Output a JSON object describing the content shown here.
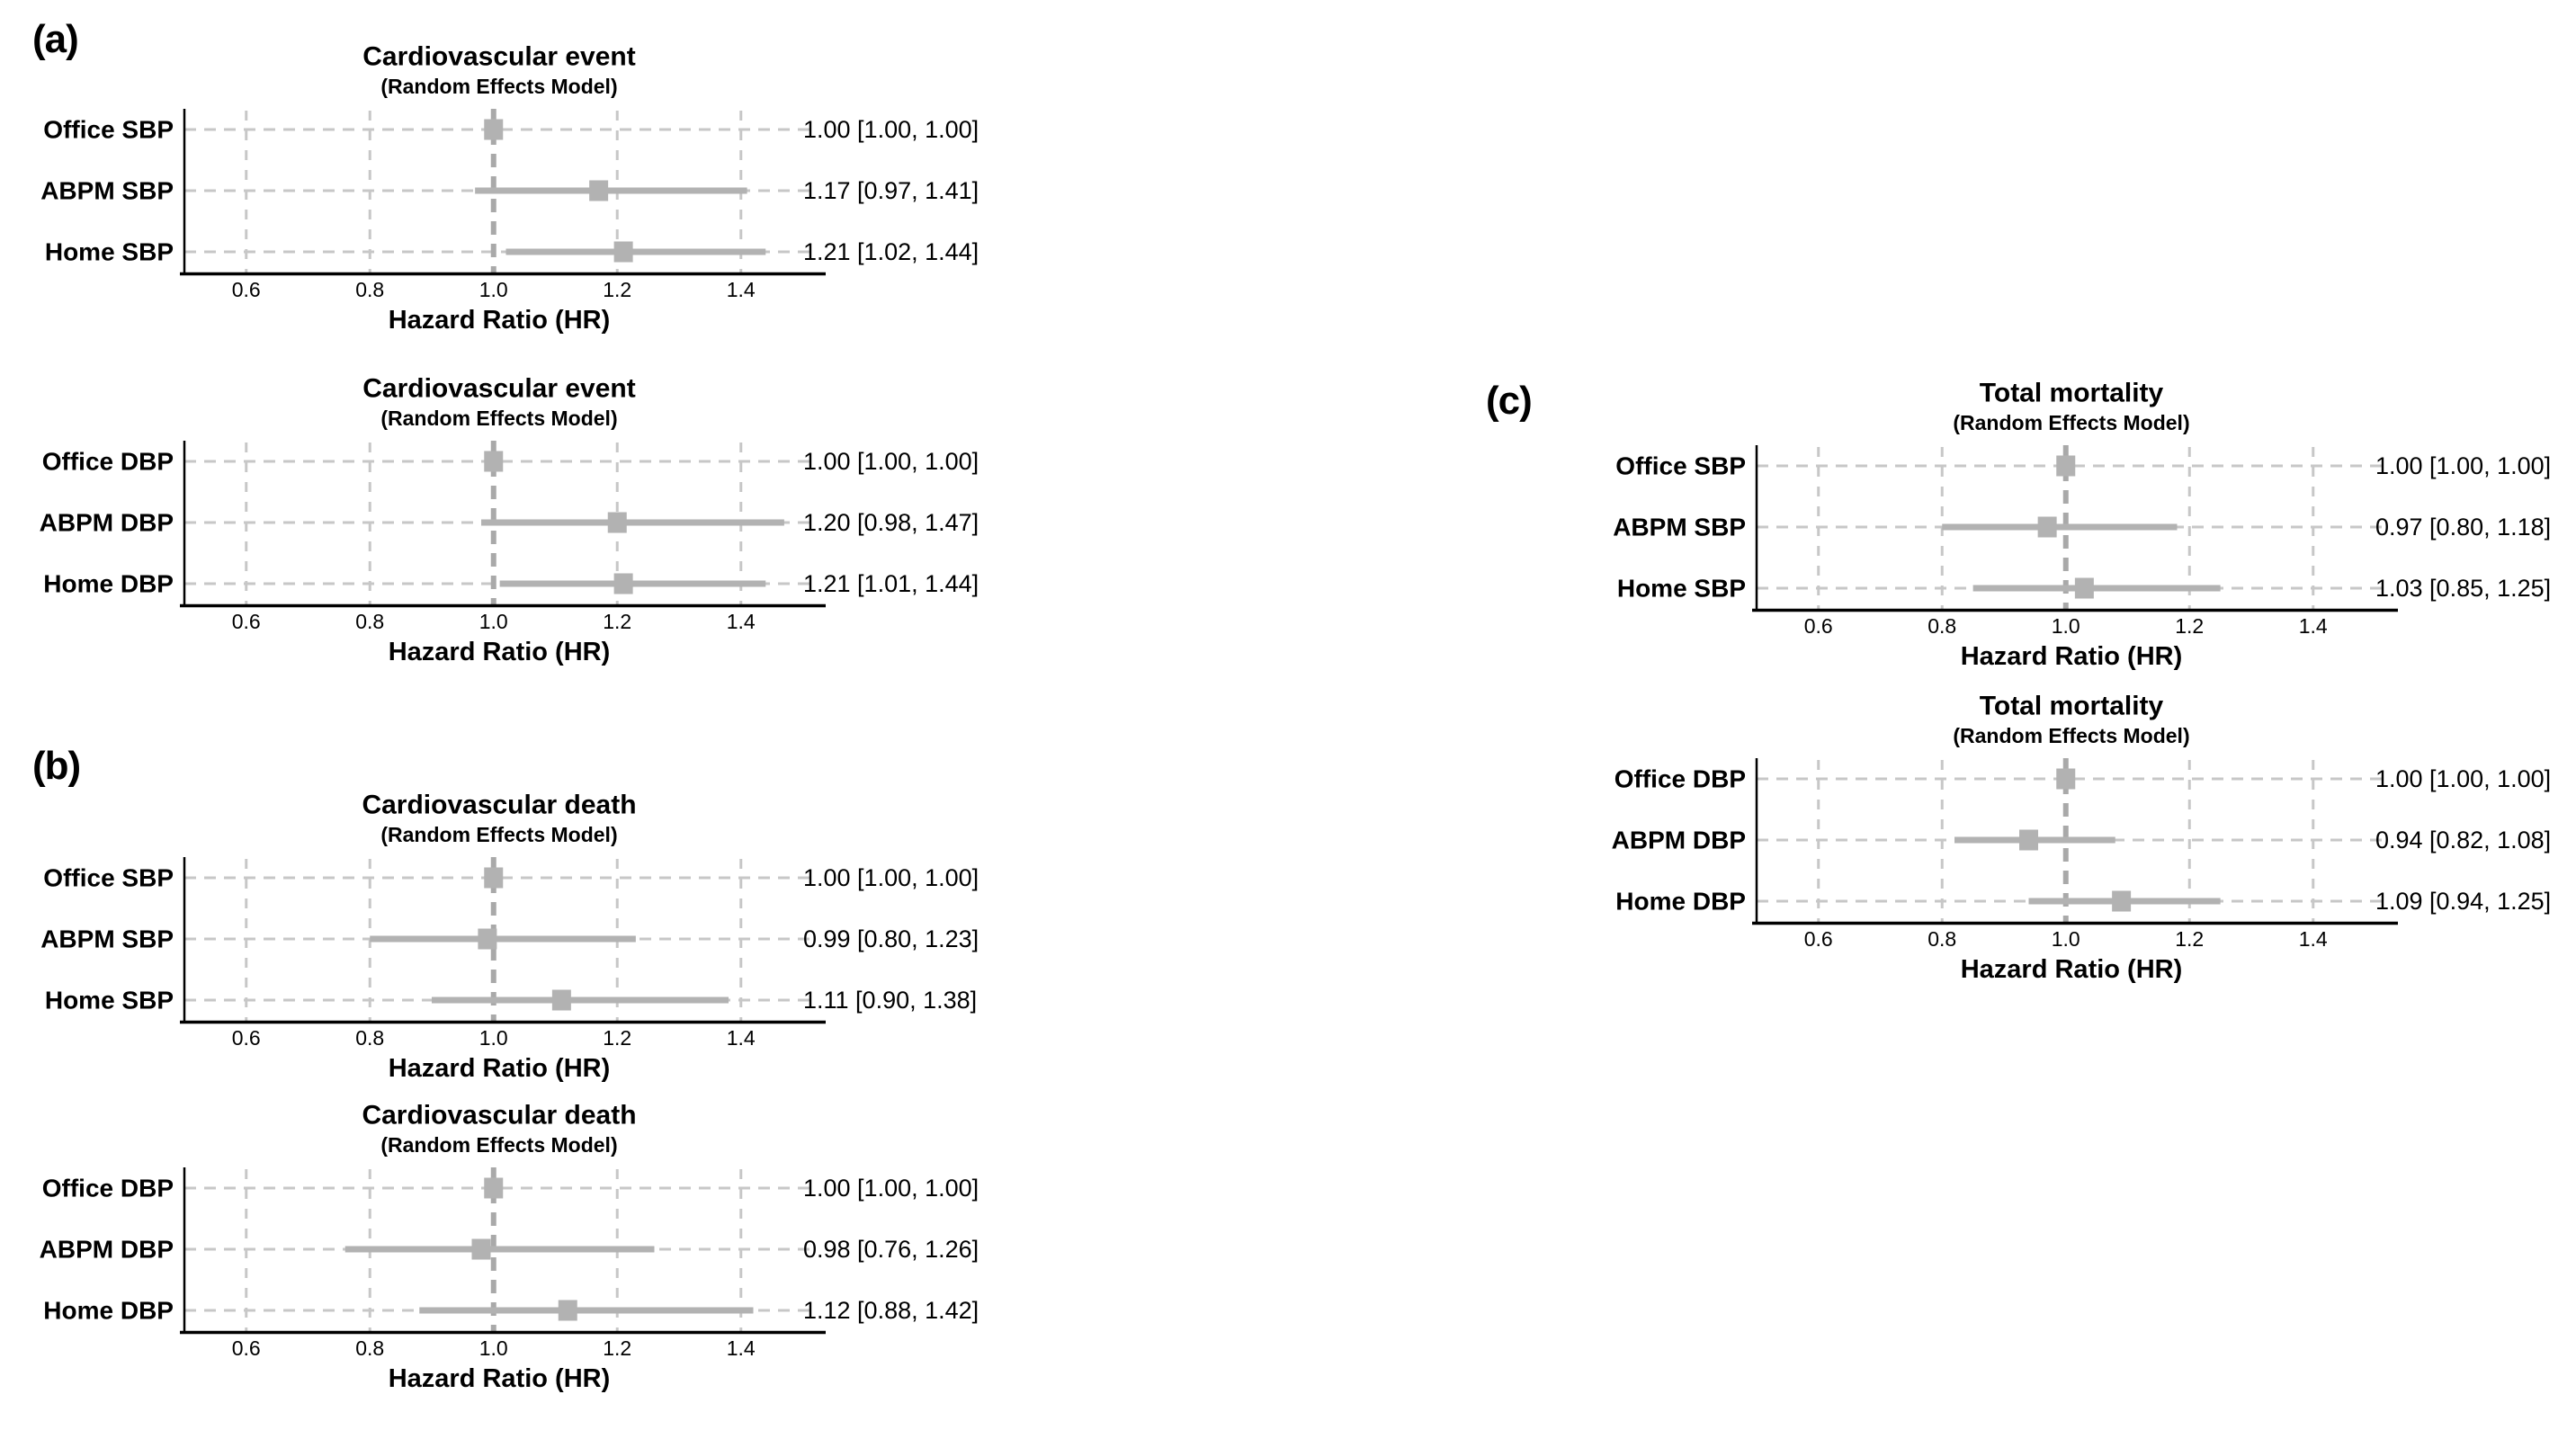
{
  "figure": {
    "background": "#ffffff"
  },
  "panels": [
    {
      "id": "a",
      "label": "(a)"
    },
    {
      "id": "b",
      "label": "(b)"
    },
    {
      "id": "c",
      "label": "(c)"
    }
  ],
  "colors": {
    "marker": "#b2b2b2",
    "ci_line": "#b2b2b2",
    "grid": "#c7c7c7",
    "row_dash": "#c7c7c7",
    "ref_line": "#a9a9a9",
    "axis": "#000000",
    "text": "#000000"
  },
  "chart_data": [
    {
      "type": "forest",
      "panel": "a",
      "title": "Cardiovascular event",
      "subtitle": "(Random Effects Model)",
      "xlabel": "Hazard Ratio (HR)",
      "xlim": [
        0.5,
        1.52
      ],
      "ticks": [
        0.6,
        0.8,
        1.0,
        1.2,
        1.4
      ],
      "refline": 1.0,
      "grid": true,
      "rows": [
        {
          "label": "Office SBP",
          "hr": 1.0,
          "lo": 1.0,
          "hi": 1.0,
          "annotation": "1.00 [1.00, 1.00]"
        },
        {
          "label": "ABPM SBP",
          "hr": 1.17,
          "lo": 0.97,
          "hi": 1.41,
          "annotation": "1.17 [0.97, 1.41]"
        },
        {
          "label": "Home SBP",
          "hr": 1.21,
          "lo": 1.02,
          "hi": 1.44,
          "annotation": "1.21 [1.02, 1.44]"
        }
      ]
    },
    {
      "type": "forest",
      "panel": "a",
      "title": "Cardiovascular event",
      "subtitle": "(Random Effects Model)",
      "xlabel": "Hazard Ratio (HR)",
      "xlim": [
        0.5,
        1.52
      ],
      "ticks": [
        0.6,
        0.8,
        1.0,
        1.2,
        1.4
      ],
      "refline": 1.0,
      "grid": true,
      "rows": [
        {
          "label": "Office DBP",
          "hr": 1.0,
          "lo": 1.0,
          "hi": 1.0,
          "annotation": "1.00 [1.00, 1.00]"
        },
        {
          "label": "ABPM DBP",
          "hr": 1.2,
          "lo": 0.98,
          "hi": 1.47,
          "annotation": "1.20 [0.98, 1.47]"
        },
        {
          "label": "Home DBP",
          "hr": 1.21,
          "lo": 1.01,
          "hi": 1.44,
          "annotation": "1.21 [1.01, 1.44]"
        }
      ]
    },
    {
      "type": "forest",
      "panel": "b",
      "title": "Cardiovascular death",
      "subtitle": "(Random Effects Model)",
      "xlabel": "Hazard Ratio (HR)",
      "xlim": [
        0.5,
        1.52
      ],
      "ticks": [
        0.6,
        0.8,
        1.0,
        1.2,
        1.4
      ],
      "refline": 1.0,
      "grid": true,
      "rows": [
        {
          "label": "Office SBP",
          "hr": 1.0,
          "lo": 1.0,
          "hi": 1.0,
          "annotation": "1.00 [1.00, 1.00]"
        },
        {
          "label": "ABPM SBP",
          "hr": 0.99,
          "lo": 0.8,
          "hi": 1.23,
          "annotation": "0.99 [0.80, 1.23]"
        },
        {
          "label": "Home SBP",
          "hr": 1.11,
          "lo": 0.9,
          "hi": 1.38,
          "annotation": "1.11 [0.90, 1.38]"
        }
      ]
    },
    {
      "type": "forest",
      "panel": "b",
      "title": "Cardiovascular death",
      "subtitle": "(Random Effects Model)",
      "xlabel": "Hazard Ratio (HR)",
      "xlim": [
        0.5,
        1.52
      ],
      "ticks": [
        0.6,
        0.8,
        1.0,
        1.2,
        1.4
      ],
      "refline": 1.0,
      "grid": true,
      "rows": [
        {
          "label": "Office DBP",
          "hr": 1.0,
          "lo": 1.0,
          "hi": 1.0,
          "annotation": "1.00 [1.00, 1.00]"
        },
        {
          "label": "ABPM DBP",
          "hr": 0.98,
          "lo": 0.76,
          "hi": 1.26,
          "annotation": "0.98 [0.76, 1.26]"
        },
        {
          "label": "Home DBP",
          "hr": 1.12,
          "lo": 0.88,
          "hi": 1.42,
          "annotation": "1.12 [0.88, 1.42]"
        }
      ]
    },
    {
      "type": "forest",
      "panel": "c",
      "title": "Total mortality",
      "subtitle": "(Random Effects Model)",
      "xlabel": "Hazard Ratio (HR)",
      "xlim": [
        0.5,
        1.52
      ],
      "ticks": [
        0.6,
        0.8,
        1.0,
        1.2,
        1.4
      ],
      "refline": 1.0,
      "grid": true,
      "rows": [
        {
          "label": "Office SBP",
          "hr": 1.0,
          "lo": 1.0,
          "hi": 1.0,
          "annotation": "1.00 [1.00, 1.00]"
        },
        {
          "label": "ABPM SBP",
          "hr": 0.97,
          "lo": 0.8,
          "hi": 1.18,
          "annotation": "0.97 [0.80, 1.18]"
        },
        {
          "label": "Home SBP",
          "hr": 1.03,
          "lo": 0.85,
          "hi": 1.25,
          "annotation": "1.03 [0.85, 1.25]"
        }
      ]
    },
    {
      "type": "forest",
      "panel": "c",
      "title": "Total mortality",
      "subtitle": "(Random Effects Model)",
      "xlabel": "Hazard Ratio (HR)",
      "xlim": [
        0.5,
        1.52
      ],
      "ticks": [
        0.6,
        0.8,
        1.0,
        1.2,
        1.4
      ],
      "refline": 1.0,
      "grid": true,
      "rows": [
        {
          "label": "Office DBP",
          "hr": 1.0,
          "lo": 1.0,
          "hi": 1.0,
          "annotation": "1.00 [1.00, 1.00]"
        },
        {
          "label": "ABPM DBP",
          "hr": 0.94,
          "lo": 0.82,
          "hi": 1.08,
          "annotation": "0.94 [0.82, 1.08]"
        },
        {
          "label": "Home DBP",
          "hr": 1.09,
          "lo": 0.94,
          "hi": 1.25,
          "annotation": "1.09 [0.94, 1.25]"
        }
      ]
    }
  ]
}
